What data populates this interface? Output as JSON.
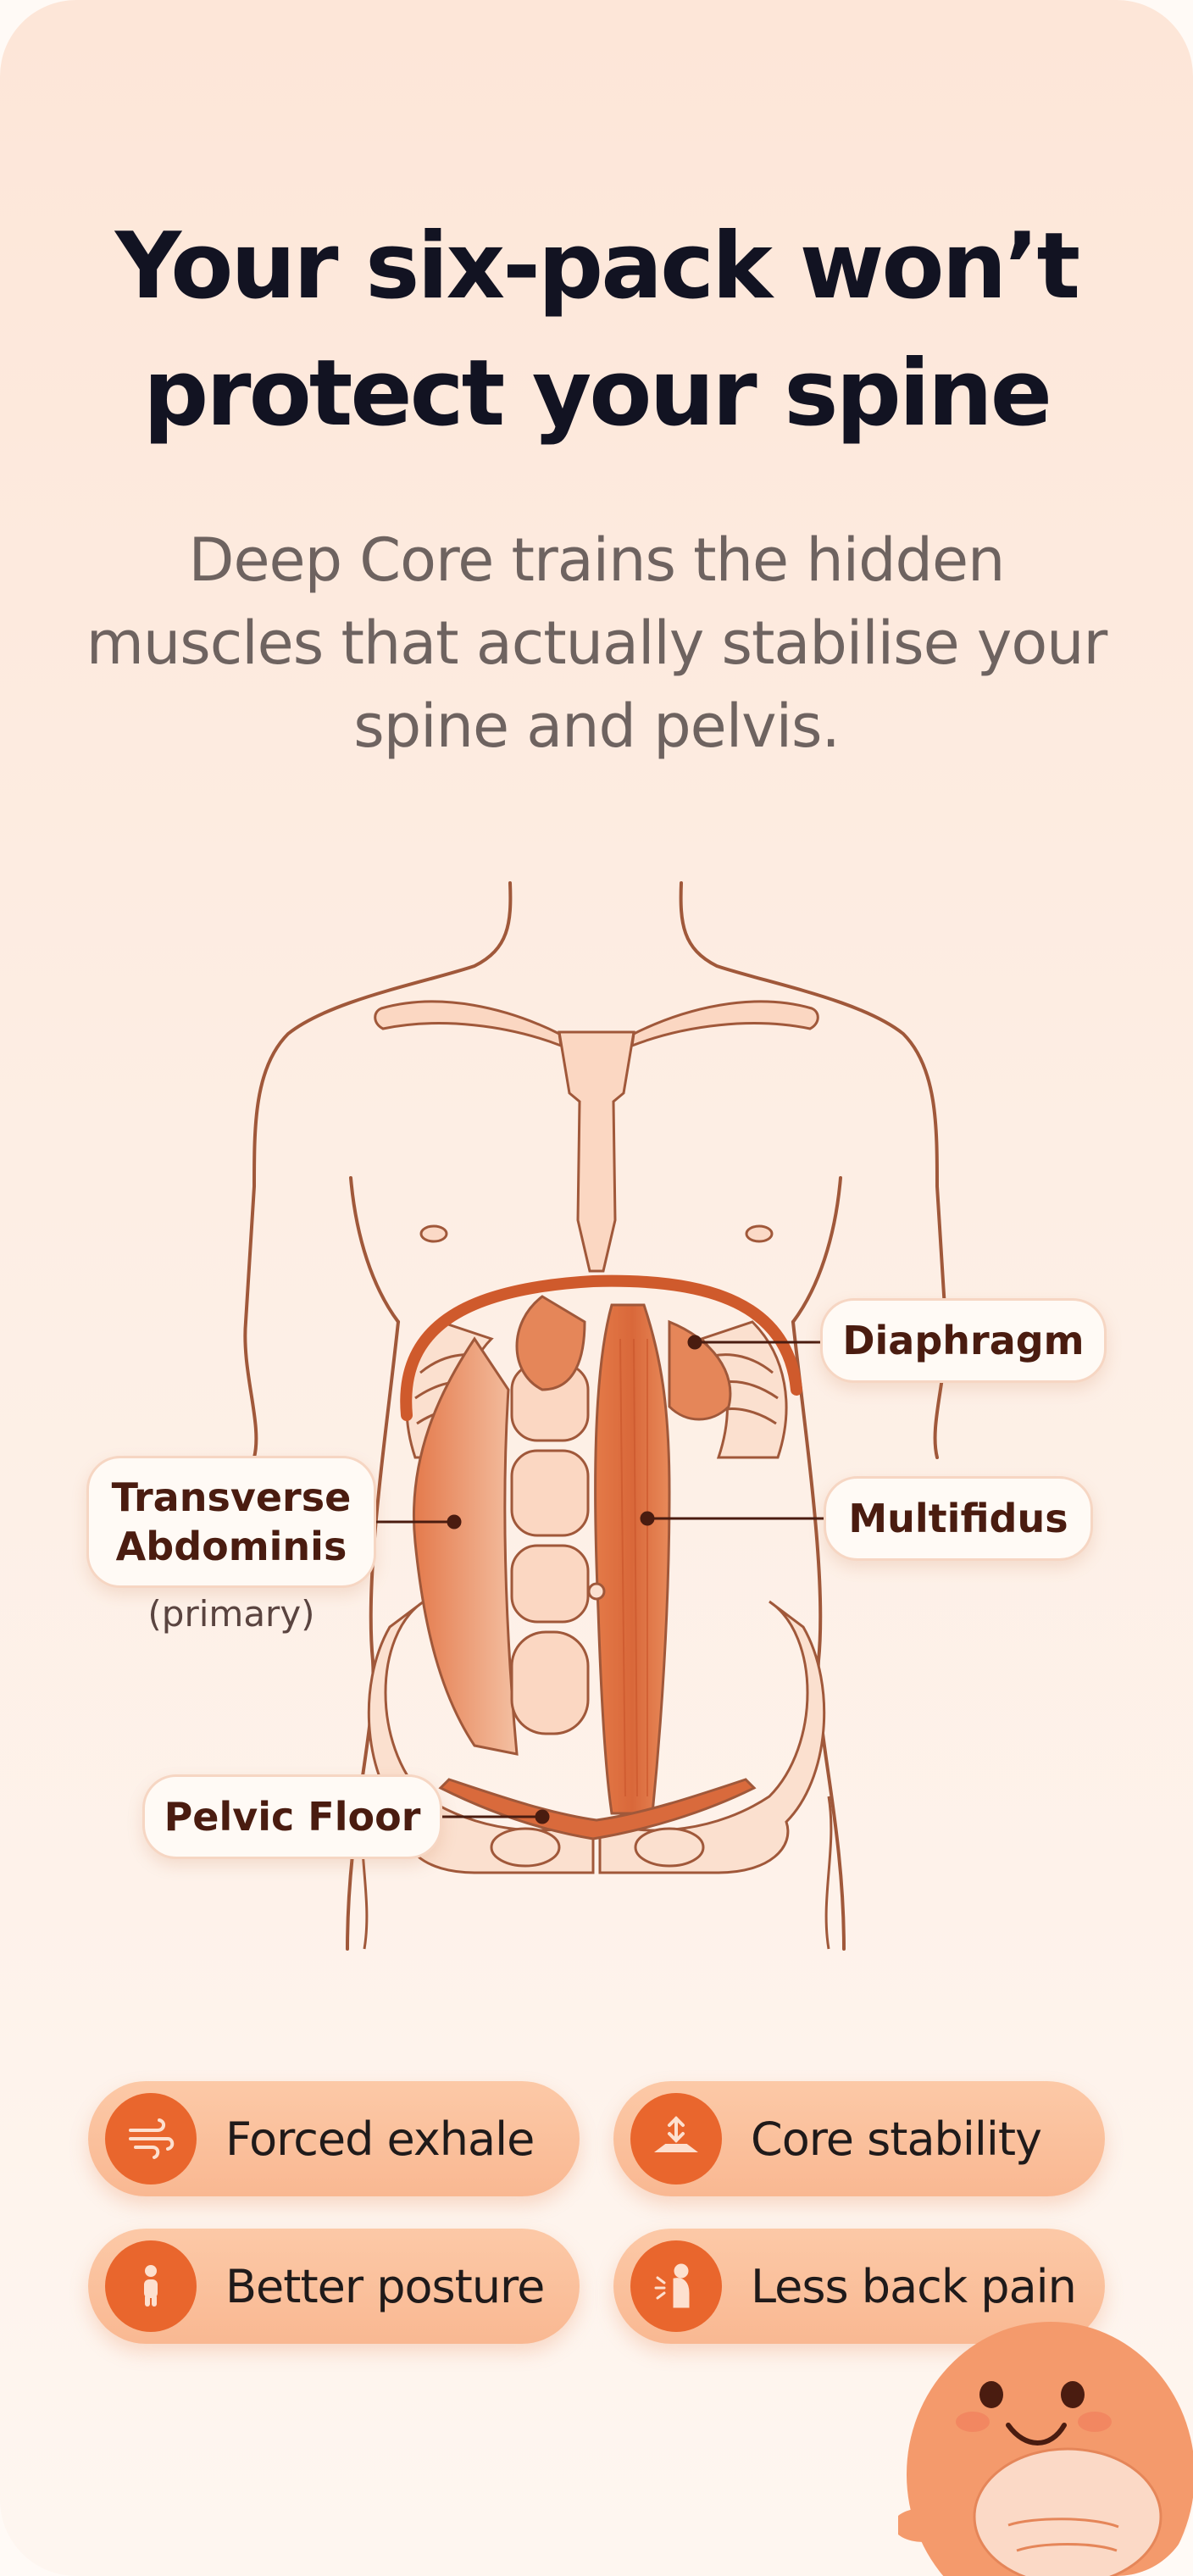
{
  "headline": "Your six-pack won’t protect your spine",
  "subheadline": "Deep Core trains the hidden muscles that actually stabilise your spine and pelvis.",
  "anatomy": {
    "labels": {
      "diaphragm": "Diaphragm",
      "multifidus": "Multifidus",
      "transverse_line1": "Transverse",
      "transverse_line2": "Abdominis",
      "transverse_note": "(primary)",
      "pelvic_floor": "Pelvic Floor"
    }
  },
  "benefits": [
    {
      "label": "Forced exhale",
      "icon": "breath-wind-icon"
    },
    {
      "label": "Core stability",
      "icon": "core-stability-icon"
    },
    {
      "label": "Better posture",
      "icon": "standing-person-icon"
    },
    {
      "label": "Less back pain",
      "icon": "back-pain-icon"
    }
  ],
  "colors": {
    "accent": "#e9662d",
    "muscle": "#e07a4a",
    "outline": "#9c5a3c",
    "pill": "#f9b892"
  }
}
